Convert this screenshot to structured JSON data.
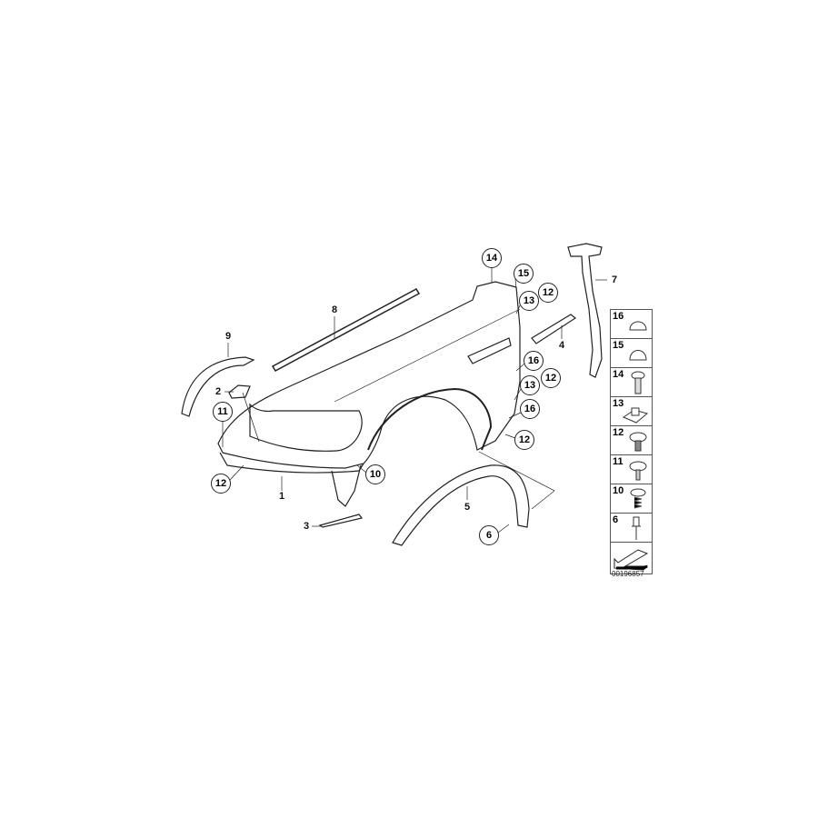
{
  "diagram": {
    "callouts": [
      {
        "id": "c14",
        "text": "14",
        "circled": true
      },
      {
        "id": "c15",
        "text": "15",
        "circled": true
      },
      {
        "id": "c13a",
        "text": "13",
        "circled": true
      },
      {
        "id": "c12a",
        "text": "12",
        "circled": true
      },
      {
        "id": "c8",
        "text": "8",
        "circled": false
      },
      {
        "id": "c9",
        "text": "9",
        "circled": false
      },
      {
        "id": "c4",
        "text": "4",
        "circled": false
      },
      {
        "id": "c7",
        "text": "7",
        "circled": false
      },
      {
        "id": "c16a",
        "text": "16",
        "circled": true
      },
      {
        "id": "c12b",
        "text": "12",
        "circled": true
      },
      {
        "id": "c13b",
        "text": "13",
        "circled": true
      },
      {
        "id": "c16b",
        "text": "16",
        "circled": true
      },
      {
        "id": "c12c",
        "text": "12",
        "circled": true
      },
      {
        "id": "c2",
        "text": "2",
        "circled": false
      },
      {
        "id": "c11",
        "text": "11",
        "circled": true
      },
      {
        "id": "c12d",
        "text": "12",
        "circled": true
      },
      {
        "id": "c1",
        "text": "1",
        "circled": false
      },
      {
        "id": "c10",
        "text": "10",
        "circled": true
      },
      {
        "id": "c5",
        "text": "5",
        "circled": false
      },
      {
        "id": "c3",
        "text": "3",
        "circled": false
      },
      {
        "id": "c6",
        "text": "6",
        "circled": true
      }
    ],
    "legend": [
      {
        "num": "16",
        "icon": "cap-icon"
      },
      {
        "num": "15",
        "icon": "dome-cap-icon"
      },
      {
        "num": "14",
        "icon": "screw-icon"
      },
      {
        "num": "13",
        "icon": "clip-nut-icon"
      },
      {
        "num": "12",
        "icon": "collar-screw-icon"
      },
      {
        "num": "11",
        "icon": "hex-collar-screw-icon"
      },
      {
        "num": "10",
        "icon": "spring-screw-icon"
      },
      {
        "num": "6",
        "icon": "rivet-icon"
      },
      {
        "num": "",
        "icon": "arrow-icon"
      }
    ],
    "image_id": "00196857"
  }
}
